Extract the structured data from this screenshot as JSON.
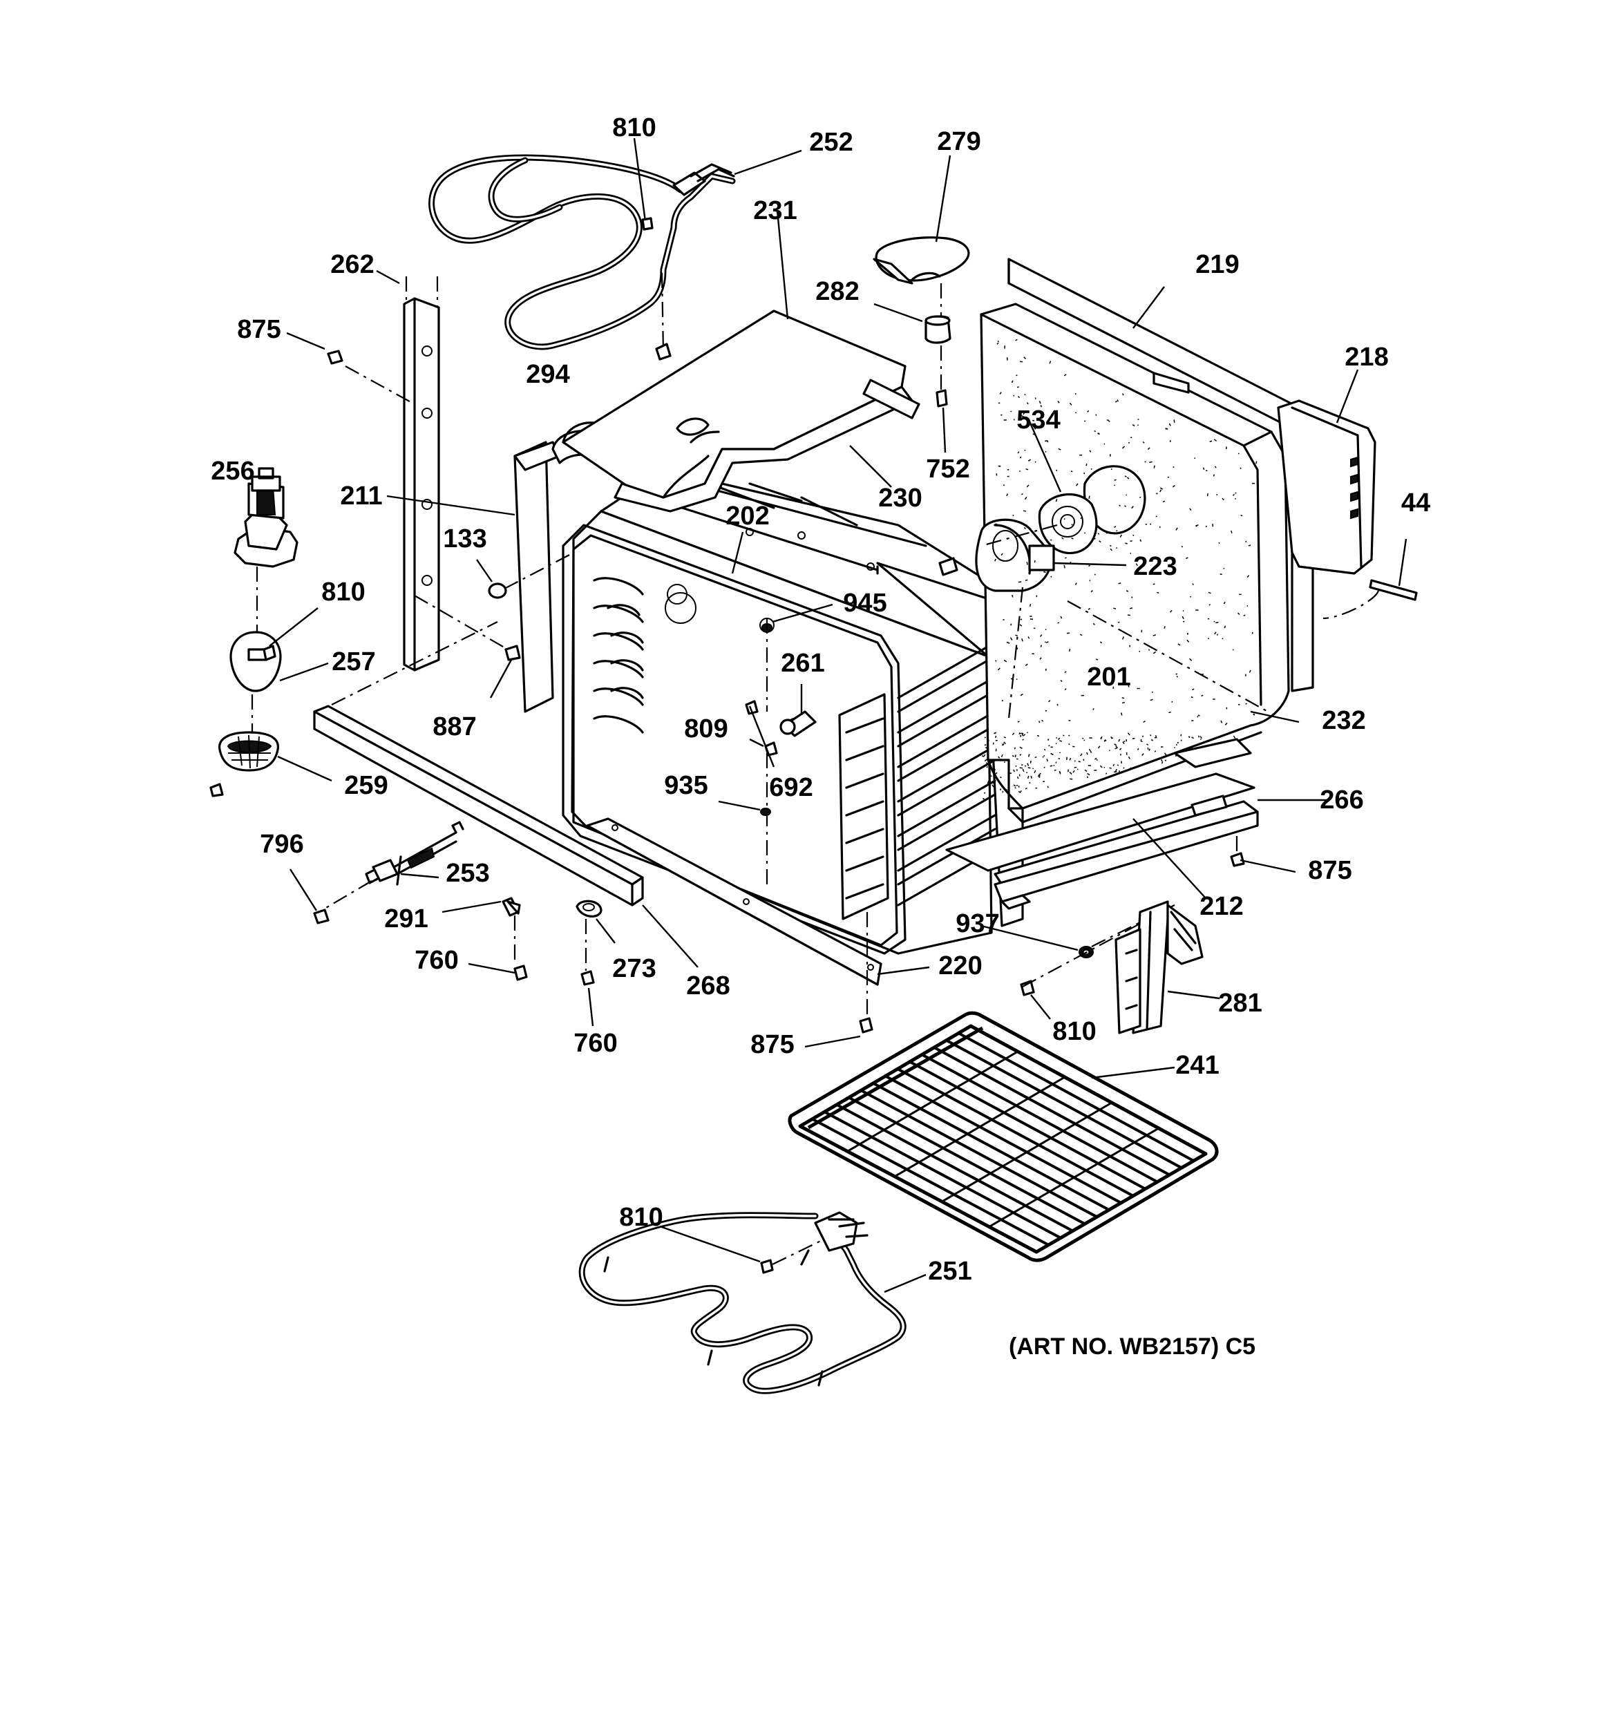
{
  "callouts": {
    "c810_top": "810",
    "c252": "252",
    "c279": "279",
    "c231": "231",
    "c262": "262",
    "c219": "219",
    "c282": "282",
    "c875_left": "875",
    "c218": "218",
    "c294": "294",
    "c752": "752",
    "c534": "534",
    "c256": "256",
    "c211": "211",
    "c230": "230",
    "c133": "133",
    "c202": "202",
    "c44": "44",
    "c223": "223",
    "c810_left": "810",
    "c945": "945",
    "c257": "257",
    "c261": "261",
    "c201": "201",
    "c887": "887",
    "c809": "809",
    "c232": "232",
    "c692": "692",
    "c259": "259",
    "c935": "935",
    "c266": "266",
    "c796": "796",
    "c253": "253",
    "c875_right": "875",
    "c212": "212",
    "c291": "291",
    "c937": "937",
    "c760_left": "760",
    "c273": "273",
    "c220": "220",
    "c268": "268",
    "c281": "281",
    "c810_mid": "810",
    "c760_bottom": "760",
    "c875_bottom": "875",
    "c241": "241",
    "c810_bottom": "810",
    "c251": "251"
  },
  "art_number": "(ART NO. WB2157) C5"
}
